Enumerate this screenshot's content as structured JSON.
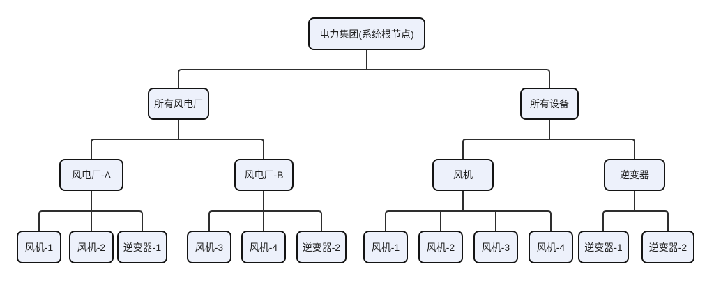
{
  "diagram": {
    "type": "org-tree",
    "levels": 4,
    "node_count": 19,
    "colors": {
      "background": "#ffffff",
      "node_fill": "#edf1fb",
      "node_border": "#141414",
      "connector_line": "#2e2e2e",
      "text": "#1f1f1f"
    }
  },
  "tree": {
    "label": "电力集团(系统根节点)",
    "children": [
      {
        "label": "所有风电厂",
        "children": [
          {
            "label": "风电厂-A",
            "children": [
              {
                "label": "风机-1"
              },
              {
                "label": "风机-2"
              },
              {
                "label": "逆变器-1"
              }
            ]
          },
          {
            "label": "风电厂-B",
            "children": [
              {
                "label": "风机-3"
              },
              {
                "label": "风机-4"
              },
              {
                "label": "逆变器-2"
              }
            ]
          }
        ]
      },
      {
        "label": "所有设备",
        "children": [
          {
            "label": "风机",
            "children": [
              {
                "label": "风机-1"
              },
              {
                "label": "风机-2"
              },
              {
                "label": "风机-3"
              },
              {
                "label": "风机-4"
              }
            ]
          },
          {
            "label": "逆变器",
            "children": [
              {
                "label": "逆变器-1"
              },
              {
                "label": "逆变器-2"
              }
            ]
          }
        ]
      }
    ]
  }
}
